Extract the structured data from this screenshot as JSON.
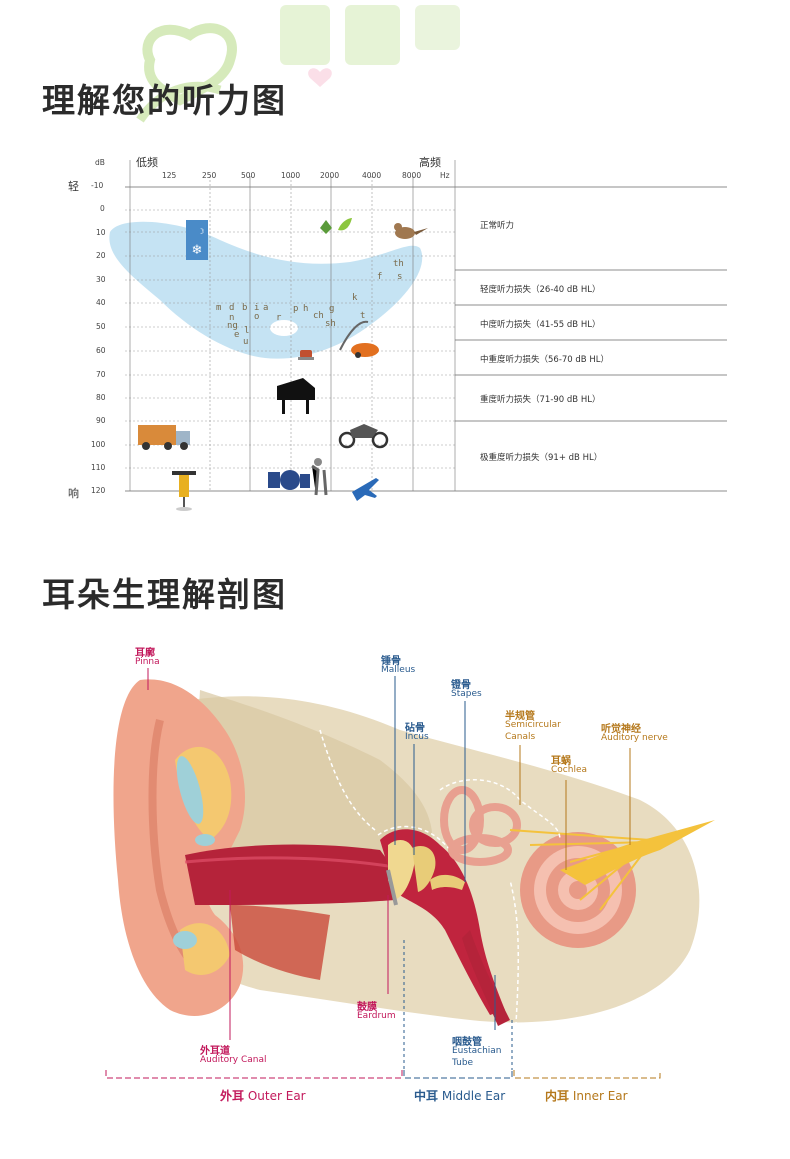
{
  "audiogram": {
    "title": "理解您的听力图",
    "db_label": "dB",
    "low_freq": "低频",
    "high_freq": "高频",
    "hz_label": "Hz",
    "light_label": "轻",
    "loud_label": "响",
    "frequencies": [
      "125",
      "250",
      "500",
      "1000",
      "2000",
      "4000",
      "8000"
    ],
    "levels": [
      "-10",
      "0",
      "10",
      "20",
      "30",
      "40",
      "50",
      "60",
      "70",
      "80",
      "90",
      "100",
      "110",
      "120"
    ],
    "bands": [
      {
        "label": "正常听力"
      },
      {
        "label": "轻度听力损失（26-40 dB HL）"
      },
      {
        "label": "中度听力损失（41-55 dB HL）"
      },
      {
        "label": "中重度听力损失（56-70 dB HL）"
      },
      {
        "label": "重度听力损失（71-90 dB HL）"
      },
      {
        "label": "极重度听力损失（91+ dB HL）"
      }
    ],
    "phonemes": [
      "m",
      "d",
      "b",
      "i",
      "a",
      "n",
      "ng",
      "e",
      "l",
      "u",
      "o",
      "r",
      "p",
      "h",
      "g",
      "ch",
      "sh",
      "k",
      "f",
      "s",
      "th",
      "t"
    ],
    "icons": [
      "leaf-icon",
      "bird-icon",
      "water-drop-icon",
      "snowflake-icon",
      "faucet-icon",
      "vacuum-icon",
      "piano-icon",
      "truck-icon",
      "motorcycle-icon",
      "jackhammer-icon",
      "drum-kit-icon",
      "airplane-icon"
    ]
  },
  "anatomy": {
    "title": "耳朵生理解剖图",
    "labels": {
      "pinna_cn": "耳廓",
      "pinna_en": "Pinna",
      "malleus_cn": "锤骨",
      "malleus_en": "Malleus",
      "stapes_cn": "镫骨",
      "stapes_en": "Stapes",
      "incus_cn": "砧骨",
      "incus_en": "Incus",
      "semicircular_cn": "半规管",
      "semicircular_en1": "Semicircular",
      "semicircular_en2": "Canals",
      "auditory_nerve_cn": "听觉神经",
      "auditory_nerve_en": "Auditory nerve",
      "cochlea_cn": "耳蜗",
      "cochlea_en": "Cochlea",
      "canal_cn": "外耳道",
      "canal_en": "Auditory Canal",
      "eardrum_cn": "鼓膜",
      "eardrum_en": "Eardrum",
      "eustachian_cn": "咽鼓管",
      "eustachian_en1": "Eustachian",
      "eustachian_en2": "Tube"
    },
    "sections": {
      "outer_cn": "外耳",
      "outer_en": "Outer Ear",
      "middle_cn": "中耳",
      "middle_en": "Middle Ear",
      "inner_cn": "内耳",
      "inner_en": "Inner Ear"
    },
    "colors": {
      "outer": "#c2185b",
      "middle": "#2a5b8e",
      "inner": "#b5781b"
    }
  }
}
